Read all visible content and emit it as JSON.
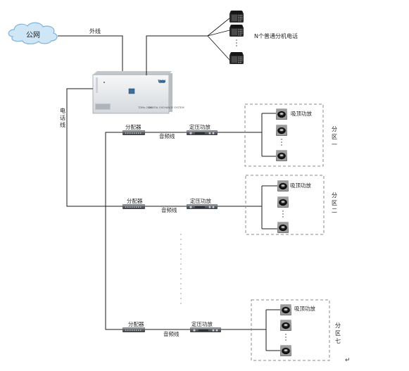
{
  "public_network": "公网",
  "outside_line": "外线",
  "phone_line_chars": [
    "电",
    "话",
    "线"
  ],
  "phones_label": "N个普通分机电话",
  "pbx": {
    "model": "TDMx-2000",
    "subtitle": "DIGITAL  EXCHANGE  SYSTEM",
    "brand": "TMN"
  },
  "zones": [
    {
      "distributor_label": "分配器",
      "amplifier_label": "定压功放",
      "cable_label": "音频线",
      "speaker_label": "吸顶功放",
      "zone_chars": [
        "分",
        "区",
        "一"
      ]
    },
    {
      "distributor_label": "分配器",
      "amplifier_label": "定压功放",
      "cable_label": "音频线",
      "speaker_label": "吸顶功放",
      "zone_chars": [
        "分",
        "区",
        "二"
      ]
    },
    {
      "distributor_label": "分配器",
      "amplifier_label": "定压功放",
      "cable_label": "音频线",
      "speaker_label": "吸顶功放",
      "zone_chars": [
        "分",
        "区",
        "七"
      ]
    }
  ],
  "return_mark": "↵",
  "colors": {
    "line": "#1a1a1a",
    "dashed_box": "#888888",
    "cloud_fill": "#cfe6f7",
    "cloud_stroke": "#7fb2da",
    "pbx_body": "#e9ecef",
    "device_body": "#5a5f64"
  }
}
